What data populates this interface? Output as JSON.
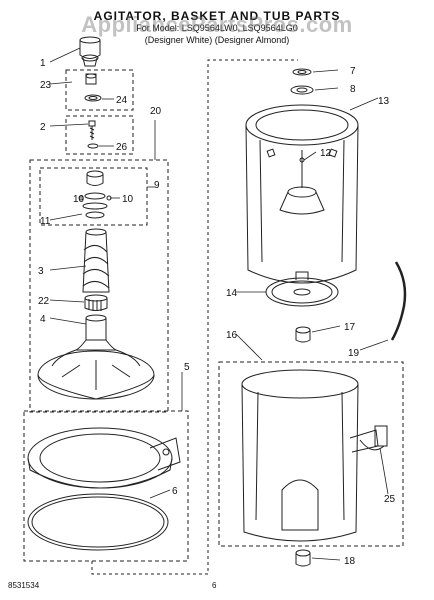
{
  "title": "AGITATOR, BASKET AND TUB PARTS",
  "subtitle": "For Model: LSQ9564LW0, LSQ9564LG0",
  "variant": "(Designer White) (Designer Almond)",
  "watermark": "AppliancePartsPros.com",
  "footer": {
    "code": "8531534",
    "page": "6"
  },
  "callouts": [
    "1",
    "2",
    "3",
    "4",
    "5",
    "6",
    "7",
    "8",
    "9",
    "10",
    "10",
    "11",
    "12",
    "13",
    "14",
    "16",
    "17",
    "18",
    "19",
    "20",
    "22",
    "23",
    "24",
    "25",
    "26"
  ]
}
